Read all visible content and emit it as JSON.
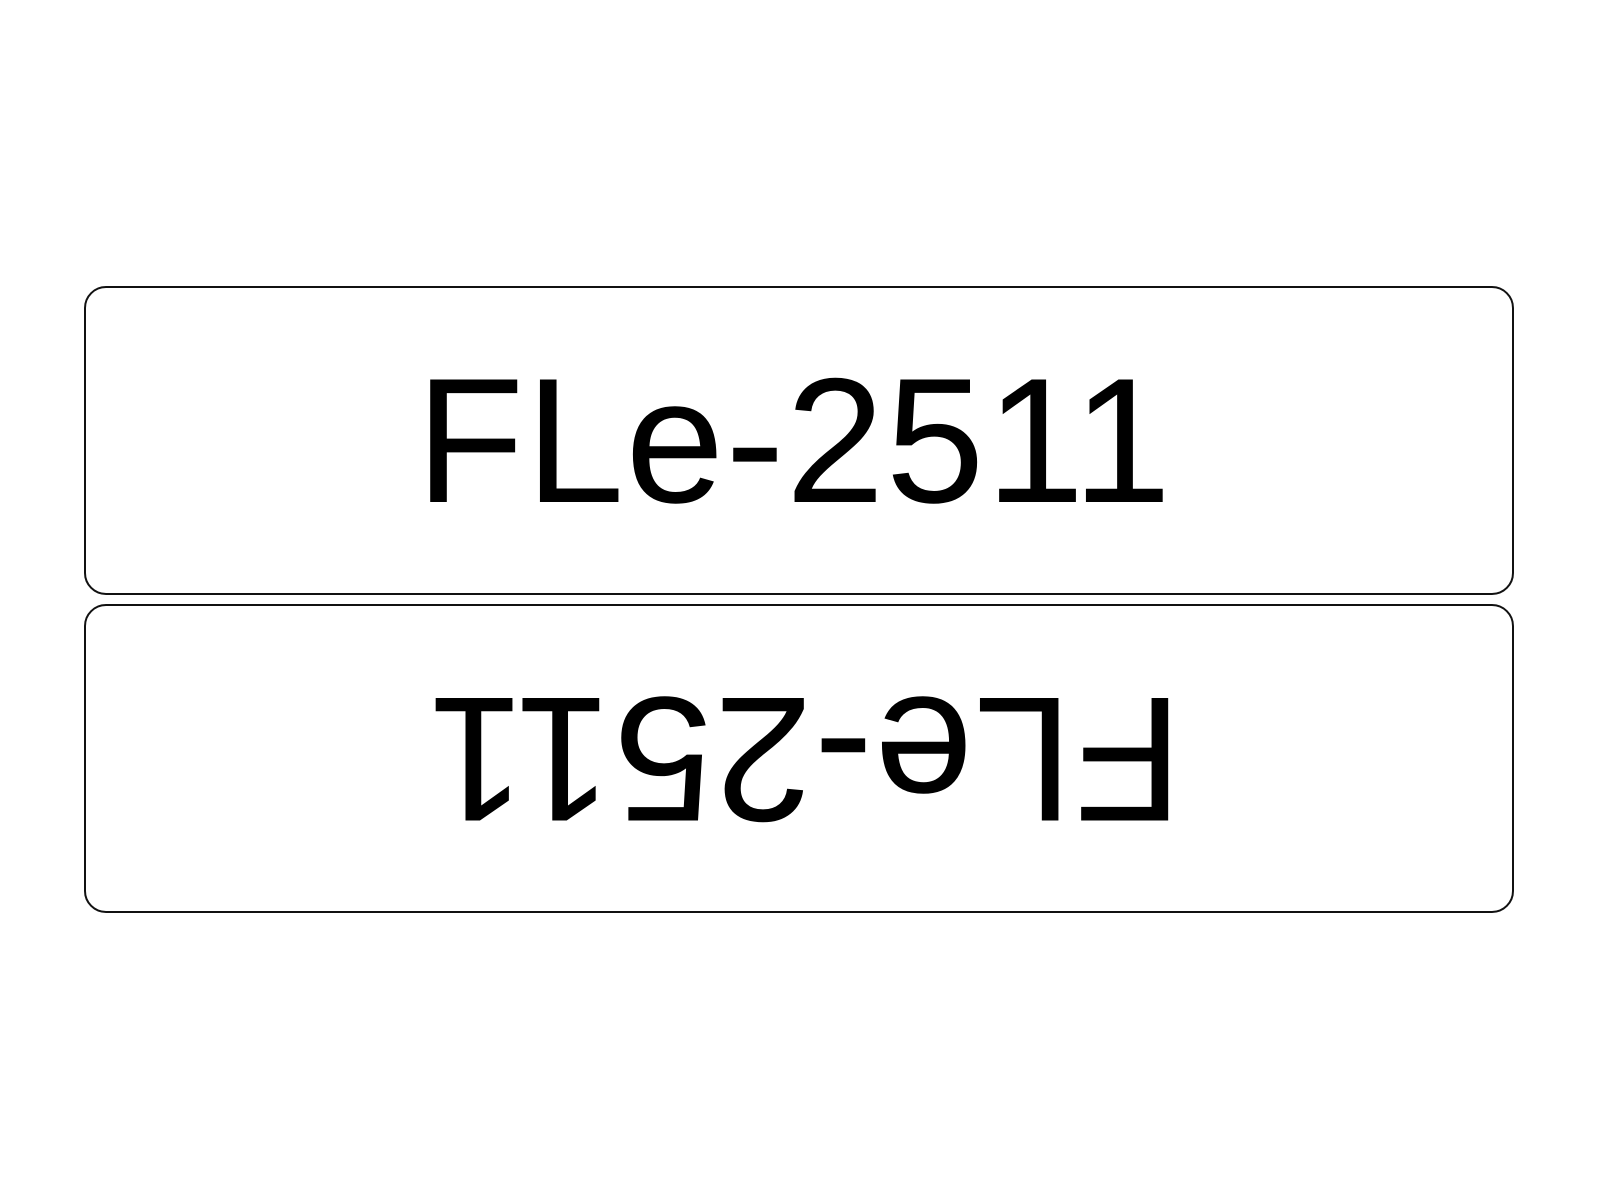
{
  "labels": [
    {
      "text": "FLe-2511",
      "orientation": "upright"
    },
    {
      "text": "FLe-2511",
      "orientation": "rotated-180"
    }
  ]
}
